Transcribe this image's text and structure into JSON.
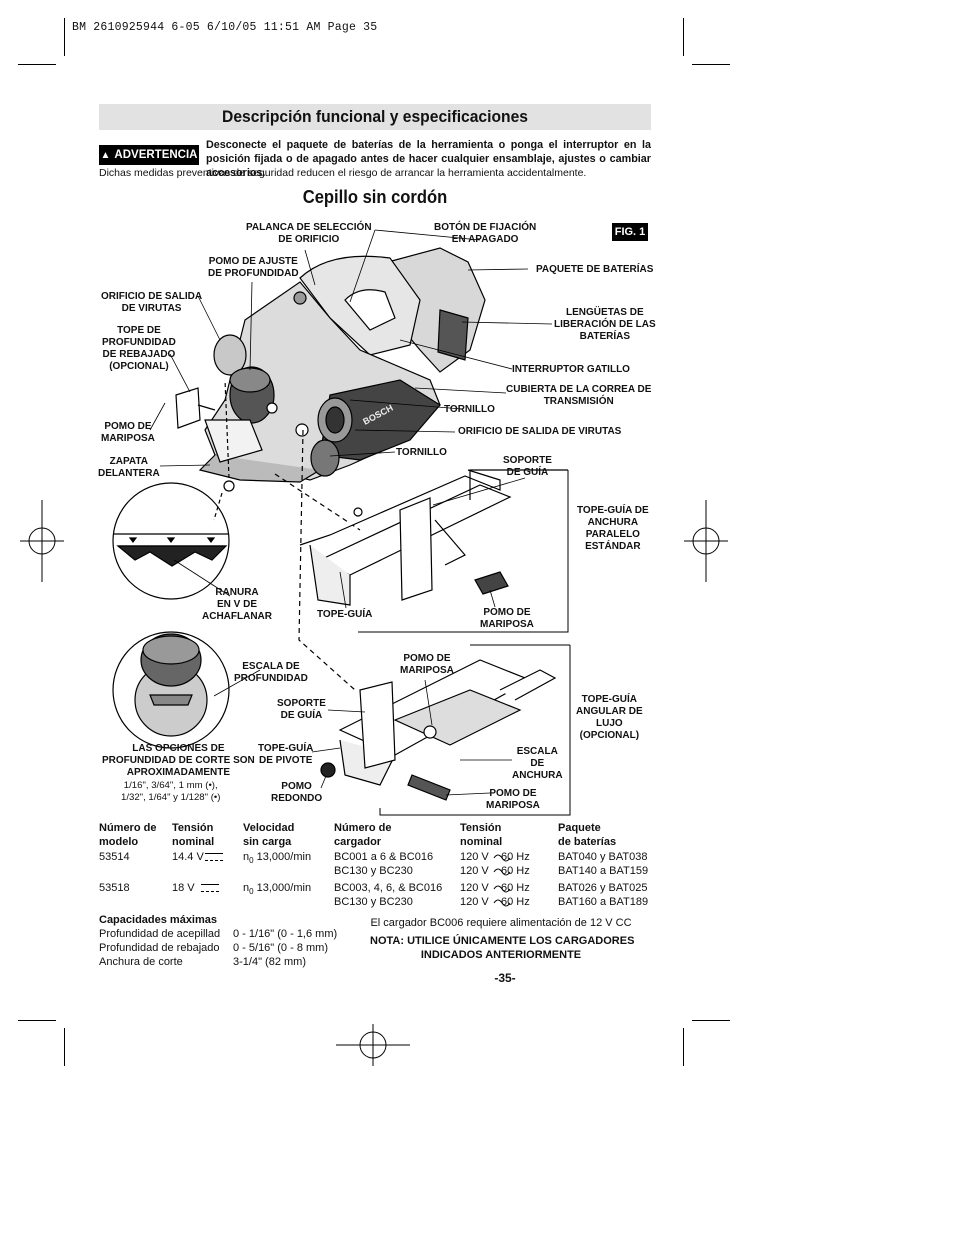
{
  "slug": "BM 2610925944 6-05  6/10/05  11:51 AM  Page 35",
  "header": {
    "title": "Descripción funcional y especificaciones"
  },
  "warning": {
    "badge": "ADVERTENCIA",
    "text": "Desconecte el paquete de baterías de la herramienta o ponga el interruptor en la posición fijada o de apagado antes de hacer cualquier ensamblaje, ajustes o cambiar accesorios.",
    "note": "Dichas medidas preventivas de seguridad reducen el riesgo de arrancar la herramienta accidentalmente."
  },
  "subtitle": "Cepillo sin cordón",
  "figure": {
    "badge": "FIG. 1",
    "labels": {
      "palanca": "PALANCA DE SELECCIÓN\nDE ORIFICIO",
      "boton": "BOTÓN DE FIJACIÓN\nEN APAGADO",
      "pomo_ajuste": "POMO DE AJUSTE\nDE PROFUNDIDAD",
      "paquete": "PAQUETE DE BATERÍAS",
      "orificio_salida": "ORIFICIO DE SALIDA\nDE VIRUTAS",
      "lenguetas": "LENGÜETAS DE\nLIBERACIÓN DE LAS\nBATERÍAS",
      "tope_rebajado": "TOPE DE\nPROFUNDIDAD\nDE REBAJADO\n(OPCIONAL)",
      "interruptor": "INTERRUPTOR GATILLO",
      "cubierta": "CUBIERTA DE LA CORREA DE\nTRANSMISIÓN",
      "tornillo1": "TORNILLO",
      "pomo_mariposa1": "POMO DE\nMARIPOSA",
      "orificio_salida2": "ORIFICIO DE SALIDA DE VIRUTAS",
      "zapata": "ZAPATA\nDELANTERA",
      "tornillo2": "TORNILLO",
      "soporte_guia1": "SOPORTE\nDE GUÍA",
      "tope_guia_anchura": "TOPE-GUÍA DE\nANCHURA\nPARALELO\nESTÁNDAR",
      "ranura": "RANURA\nEN V DE\nACHAFLANAR",
      "tope_guia": "TOPE-GUÍA",
      "pomo_mariposa2": "POMO DE\nMARIPOSA",
      "pomo_mariposa3": "POMO DE\nMARIPOSA",
      "escala_prof": "ESCALA DE\nPROFUNDIDAD",
      "tope_angular": "TOPE-GUÍA\nANGULAR DE\nLUJO\n(OPCIONAL)",
      "soporte_guia2": "SOPORTE\nDE GUÍA",
      "opciones": "LAS OPCIONES DE\nPROFUNDIDAD DE CORTE SON\nAPROXIMADAMENTE",
      "opciones_val": "1/16\", 3/64\", 1 mm (•),\n1/32\", 1/64\" y 1/128\" (•)",
      "tope_pivote": "TOPE-GUÍA\nDE PIVOTE",
      "escala_anchura": "ESCALA\nDE\nANCHURA",
      "pomo_redondo": "POMO\nREDONDO",
      "pomo_mariposa4": "POMO DE\nMARIPOSA"
    }
  },
  "specs": {
    "headers": [
      "Número de\nmodelo",
      "Tensión\nnominal",
      "Velocidad\nsin carga",
      "Número de\ncargador",
      "Tensión\nnominal",
      "Paquete\nde baterías"
    ],
    "rows": [
      {
        "model": "53514",
        "voltage": "14.4 V",
        "speed": "13,000/min",
        "charger": "BC001 a 6 & BC016\nBC130 y BC230",
        "charger_v": "120 V    60 Hz\n120 V    60 Hz",
        "battery": "BAT040 y BAT038\nBAT140 a BAT159"
      },
      {
        "model": "53518",
        "voltage": "18 V",
        "speed": "13,000/min",
        "charger": "BC003, 4, 6, & BC016\nBC130 y BC230",
        "charger_v": "120 V    60 Hz\n120 V    60 Hz",
        "battery": "BAT026 y BAT025\nBAT160 a BAT189"
      }
    ],
    "n0": "n",
    "n0_sub": "0"
  },
  "capacities": {
    "title": "Capacidades máximas",
    "items": [
      "Profundidad de acepillad",
      "Profundidad de rebajado",
      "Anchura de corte"
    ],
    "values": [
      "0 - 1/16\" (0 - 1,6 mm)",
      "0 - 5/16\" (0 - 8 mm)",
      "3-1/4\" (82 mm)"
    ]
  },
  "charger_note": "El cargador BC006 requiere alimentación de 12 V CC",
  "charger_nota": "NOTA: UTILICE ÚNICAMENTE LOS CARGADORES\nINDICADOS ANTERIORMENTE",
  "page_number": "-35-"
}
